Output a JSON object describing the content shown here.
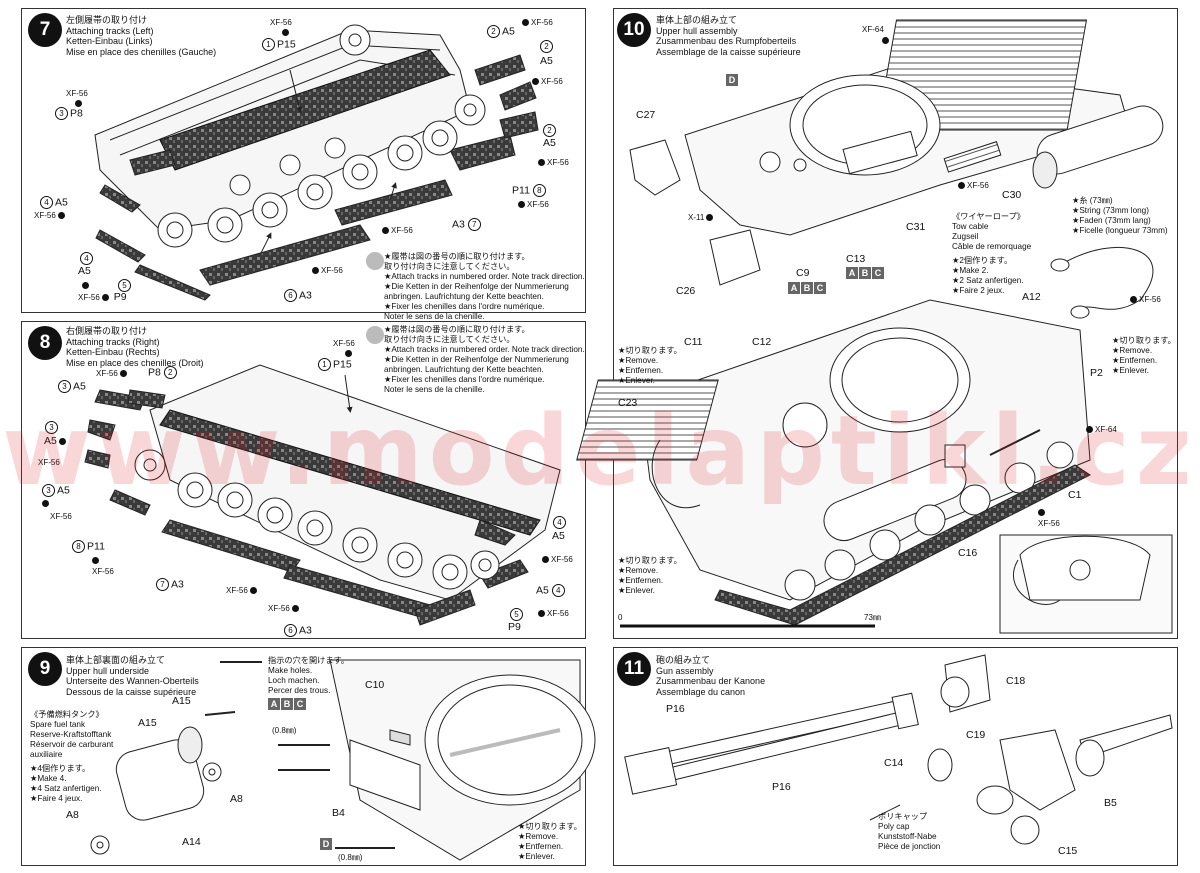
{
  "watermark": "www.modelaрtikl.cz",
  "steps": {
    "s7": {
      "num": "7",
      "title": [
        "左側履帯の取り付け",
        "Attaching tracks (Left)",
        "Ketten-Einbau (Links)",
        "Mise en place des chenilles (Gauche)"
      ],
      "note": [
        "★履帯は図の番号の順に取り付けます。",
        "取り付け向きに注意してください。",
        "★Attach tracks in numbered order. Note track direction.",
        "★Die Ketten in der Reihenfolge der Nummerierung",
        "anbringen. Laufrichtung der Kette beachten.",
        "★Fixer les chenilles dans l'ordre numérique.",
        "Noter le sens de la chenille."
      ]
    },
    "s8": {
      "num": "8",
      "title": [
        "右側履帯の取り付け",
        "Attaching tracks (Right)",
        "Ketten-Einbau (Rechts)",
        "Mise en place des chenilles (Droit)"
      ],
      "note": [
        "★履帯は図の番号の順に取り付けます。",
        "取り付け向きに注意してください。",
        "★Attach tracks in numbered order. Note track direction.",
        "★Die Ketten in der Reihenfolge der Nummerierung",
        "anbringen. Laufrichtung der Kette beachten.",
        "★Fixer les chenilles dans l'ordre numérique.",
        "Noter le sens de la chenille."
      ]
    },
    "s9": {
      "num": "9",
      "title": [
        "車体上部裏面の組み立て",
        "Upper hull underside",
        "Unterseite des Wannen-Oberteils",
        "Dessous de la caisse supérieure"
      ],
      "holes": [
        "指示の穴を開けます。",
        "Make holes.",
        "Loch machen.",
        "Percer des trous."
      ],
      "subtitle": [
        "《予備燃料タンク》",
        "Spare fuel tank",
        "Reserve-Kraftstofftank",
        "Réservoir de carburant",
        "auxiliaire"
      ],
      "make": [
        "★4個作ります。",
        "★Make 4.",
        "★4 Satz anfertigen.",
        "★Faire 4 jeux."
      ],
      "remove": [
        "★切り取ります。",
        "★Remove.",
        "★Entfernen.",
        "★Enlever."
      ],
      "mm": "(0.8㎜)"
    },
    "s10": {
      "num": "10",
      "title": [
        "車体上部の組み立て",
        "Upper hull assembly",
        "Zusammenbau des Rumpfoberteils",
        "Assemblage de la caisse supérieure"
      ],
      "rope_title": [
        "《ワイヤーロープ》",
        "Tow cable",
        "Zugseil",
        "Câble de remorquage"
      ],
      "rope_make": [
        "★2個作ります。",
        "★Make 2.",
        "★2 Satz anfertigen.",
        "★Faire 2 jeux."
      ],
      "string": [
        "★糸 (73㎜)",
        "★String (73mm long)",
        "★Faden (73mm lang)",
        "★Ficelle (longueur 73mm)"
      ],
      "remove": [
        "★切り取ります。",
        "★Remove.",
        "★Entfernen.",
        "★Enlever."
      ],
      "scale_zero": "0",
      "scale_end": "73㎜"
    },
    "s11": {
      "num": "11",
      "title": [
        "砲の組み立て",
        "Gun assembly",
        "Zusammenbau der Kanone",
        "Assemblage du canon"
      ],
      "polycap": [
        "ポリキャップ",
        "Poly cap",
        "Kunststoff-Nabe",
        "Pièce de jonction"
      ]
    }
  },
  "paint": "XF-56",
  "paint64": "XF-64",
  "parts": {
    "P15": "P15",
    "A5": "A5",
    "P8": "P8",
    "P11": "P11",
    "A3": "A3",
    "P9": "P9",
    "C10": "C10",
    "A15": "A15",
    "A8": "A8",
    "A14": "A14",
    "B4": "B4",
    "C27": "C27",
    "C31": "C31",
    "C30": "C30",
    "C13": "C13",
    "C9": "C9",
    "C26": "C26",
    "X11": "X-11",
    "A12": "A12",
    "C11": "C11",
    "C12": "C12",
    "C23": "C23",
    "P2": "P2",
    "C1": "C1",
    "C16": "C16",
    "P16": "P16",
    "C18": "C18",
    "C19": "C19",
    "C14": "C14",
    "B5": "B5",
    "C15": "C15",
    "D": "D"
  },
  "seq": {
    "n1": "1",
    "n2": "2",
    "n3": "3",
    "n4": "4",
    "n5": "5",
    "n6": "6",
    "n7": "7",
    "n8": "8"
  },
  "boxes": [
    "A",
    "B",
    "C"
  ]
}
